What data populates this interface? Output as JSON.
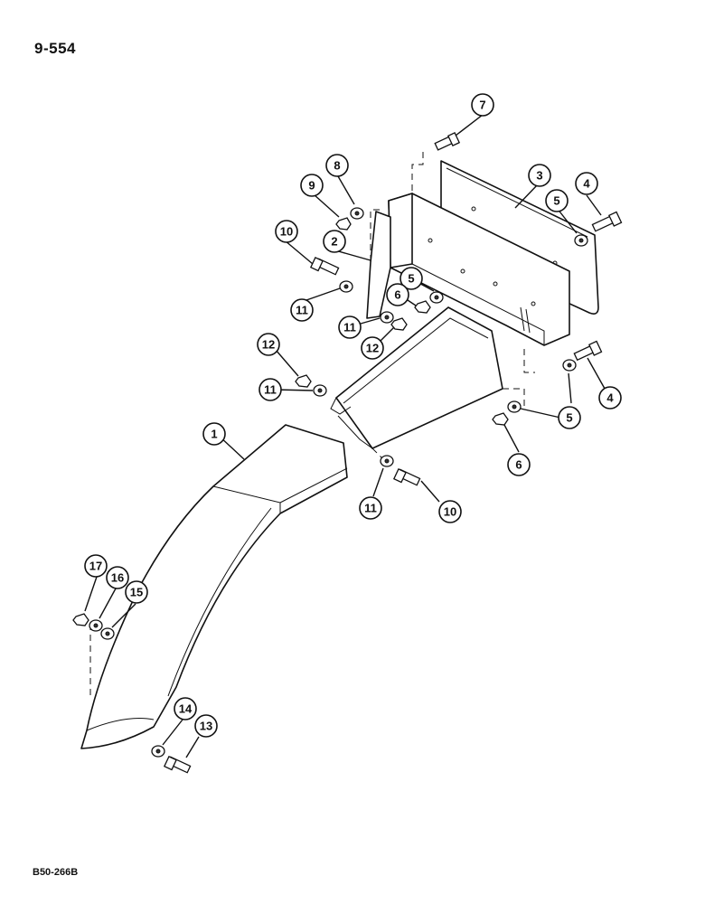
{
  "page_number": "9-554",
  "drawing_code": "B50-266B",
  "callouts": [
    {
      "id": "c1",
      "label": "1"
    },
    {
      "id": "c2",
      "label": "2"
    },
    {
      "id": "c3",
      "label": "3"
    },
    {
      "id": "c4a",
      "label": "4"
    },
    {
      "id": "c4b",
      "label": "4"
    },
    {
      "id": "c5a",
      "label": "5"
    },
    {
      "id": "c5b",
      "label": "5"
    },
    {
      "id": "c5c",
      "label": "5"
    },
    {
      "id": "c6a",
      "label": "6"
    },
    {
      "id": "c6b",
      "label": "6"
    },
    {
      "id": "c7",
      "label": "7"
    },
    {
      "id": "c8",
      "label": "8"
    },
    {
      "id": "c9",
      "label": "9"
    },
    {
      "id": "c10a",
      "label": "10"
    },
    {
      "id": "c10b",
      "label": "10"
    },
    {
      "id": "c11a",
      "label": "11"
    },
    {
      "id": "c11b",
      "label": "11"
    },
    {
      "id": "c11c",
      "label": "11"
    },
    {
      "id": "c11d",
      "label": "11"
    },
    {
      "id": "c12a",
      "label": "12"
    },
    {
      "id": "c12b",
      "label": "12"
    },
    {
      "id": "c13",
      "label": "13"
    },
    {
      "id": "c14",
      "label": "14"
    },
    {
      "id": "c15",
      "label": "15"
    },
    {
      "id": "c16",
      "label": "16"
    },
    {
      "id": "c17",
      "label": "17"
    }
  ]
}
